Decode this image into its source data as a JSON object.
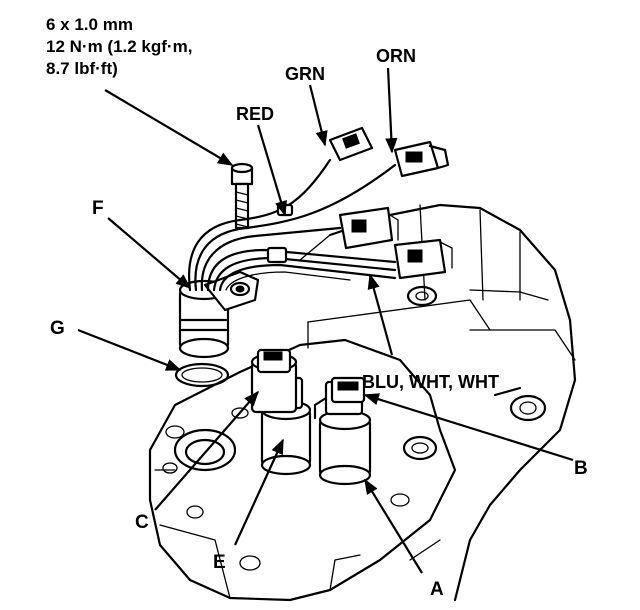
{
  "spec": {
    "line1": "6 x 1.0 mm",
    "line2": "12 N·m (1.2 kgf·m,",
    "line3": "8.7 lbf·ft)"
  },
  "wires": {
    "grn": "GRN",
    "orn": "ORN",
    "red": "RED",
    "blu_wht_wht": "BLU, WHT, WHT"
  },
  "callouts": {
    "a": "A",
    "b": "B",
    "c": "C",
    "e": "E",
    "f": "F",
    "g": "G"
  }
}
